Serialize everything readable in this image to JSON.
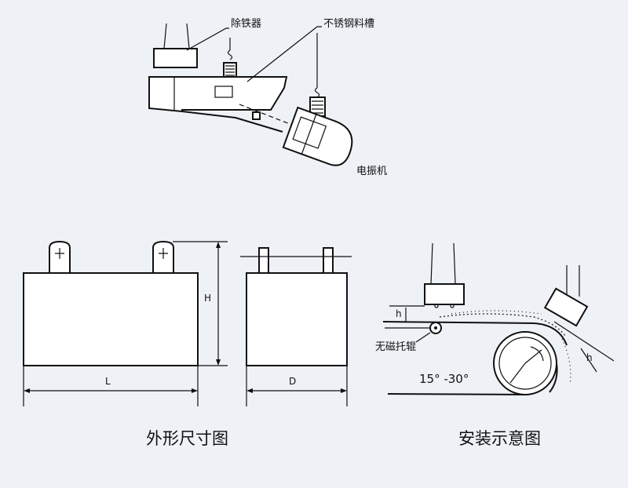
{
  "labels": {
    "magnetic_separator": "除铁器",
    "stainless_trough": "不锈钢料槽",
    "vibrator": "电振机",
    "nonmagnetic_roller": "无磁托辊",
    "angle_range": "15°  -30°"
  },
  "dimensions": {
    "length": "L",
    "height": "H",
    "depth": "D",
    "gap": "h"
  },
  "captions": {
    "outline": "外形尺寸图",
    "installation": "安装示意图"
  },
  "colors": {
    "background": "#eef1f6",
    "line": "#111111"
  }
}
